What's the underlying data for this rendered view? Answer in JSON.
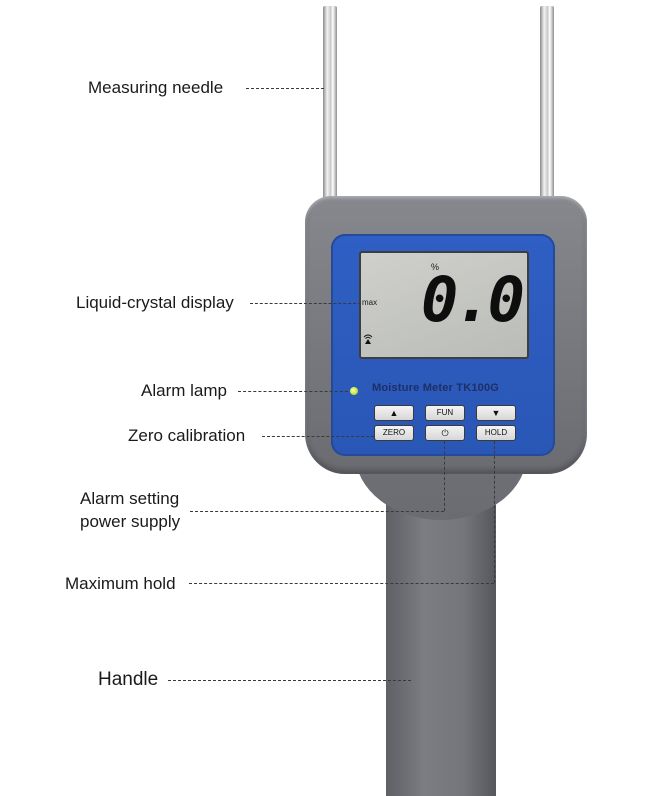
{
  "labels": {
    "measuring_needle": "Measuring needle",
    "lcd": "Liquid-crystal display",
    "alarm_lamp": "Alarm lamp",
    "zero_calibration": "Zero calibration",
    "alarm_setting_line1": "Alarm setting",
    "alarm_setting_line2": "power supply",
    "maximum_hold": "Maximum hold",
    "handle": "Handle"
  },
  "device": {
    "model_text": "Moisture Meter TK100G",
    "lcd": {
      "unit": "%",
      "mode": "max",
      "reading": "0.0"
    },
    "buttons": {
      "up": "▲",
      "zero": "ZERO",
      "fun": "FUN",
      "power": "⏻",
      "down": "▼",
      "hold": "HOLD"
    }
  },
  "colors": {
    "panel_blue": "#2f5fc4",
    "body_gray": "#75777d",
    "lcd_bg": "#c4c5c1",
    "lamp_green": "#c6e23a"
  }
}
